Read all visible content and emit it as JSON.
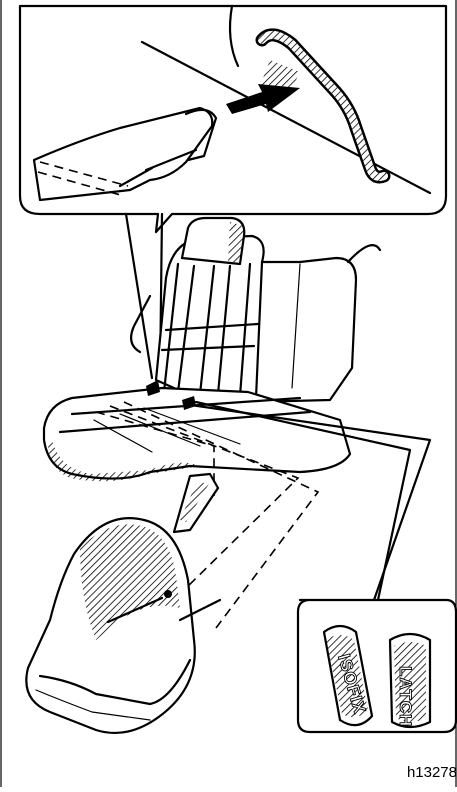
{
  "figure": {
    "code": "h13278",
    "labels": {
      "left_anchor": "ISOFIX",
      "right_anchor": "LATCH"
    },
    "icons": [
      "seat-belt-buckle-icon",
      "anchor-bar-icon",
      "arrow-icon",
      "rear-seat-icon",
      "child-seat-icon"
    ]
  }
}
